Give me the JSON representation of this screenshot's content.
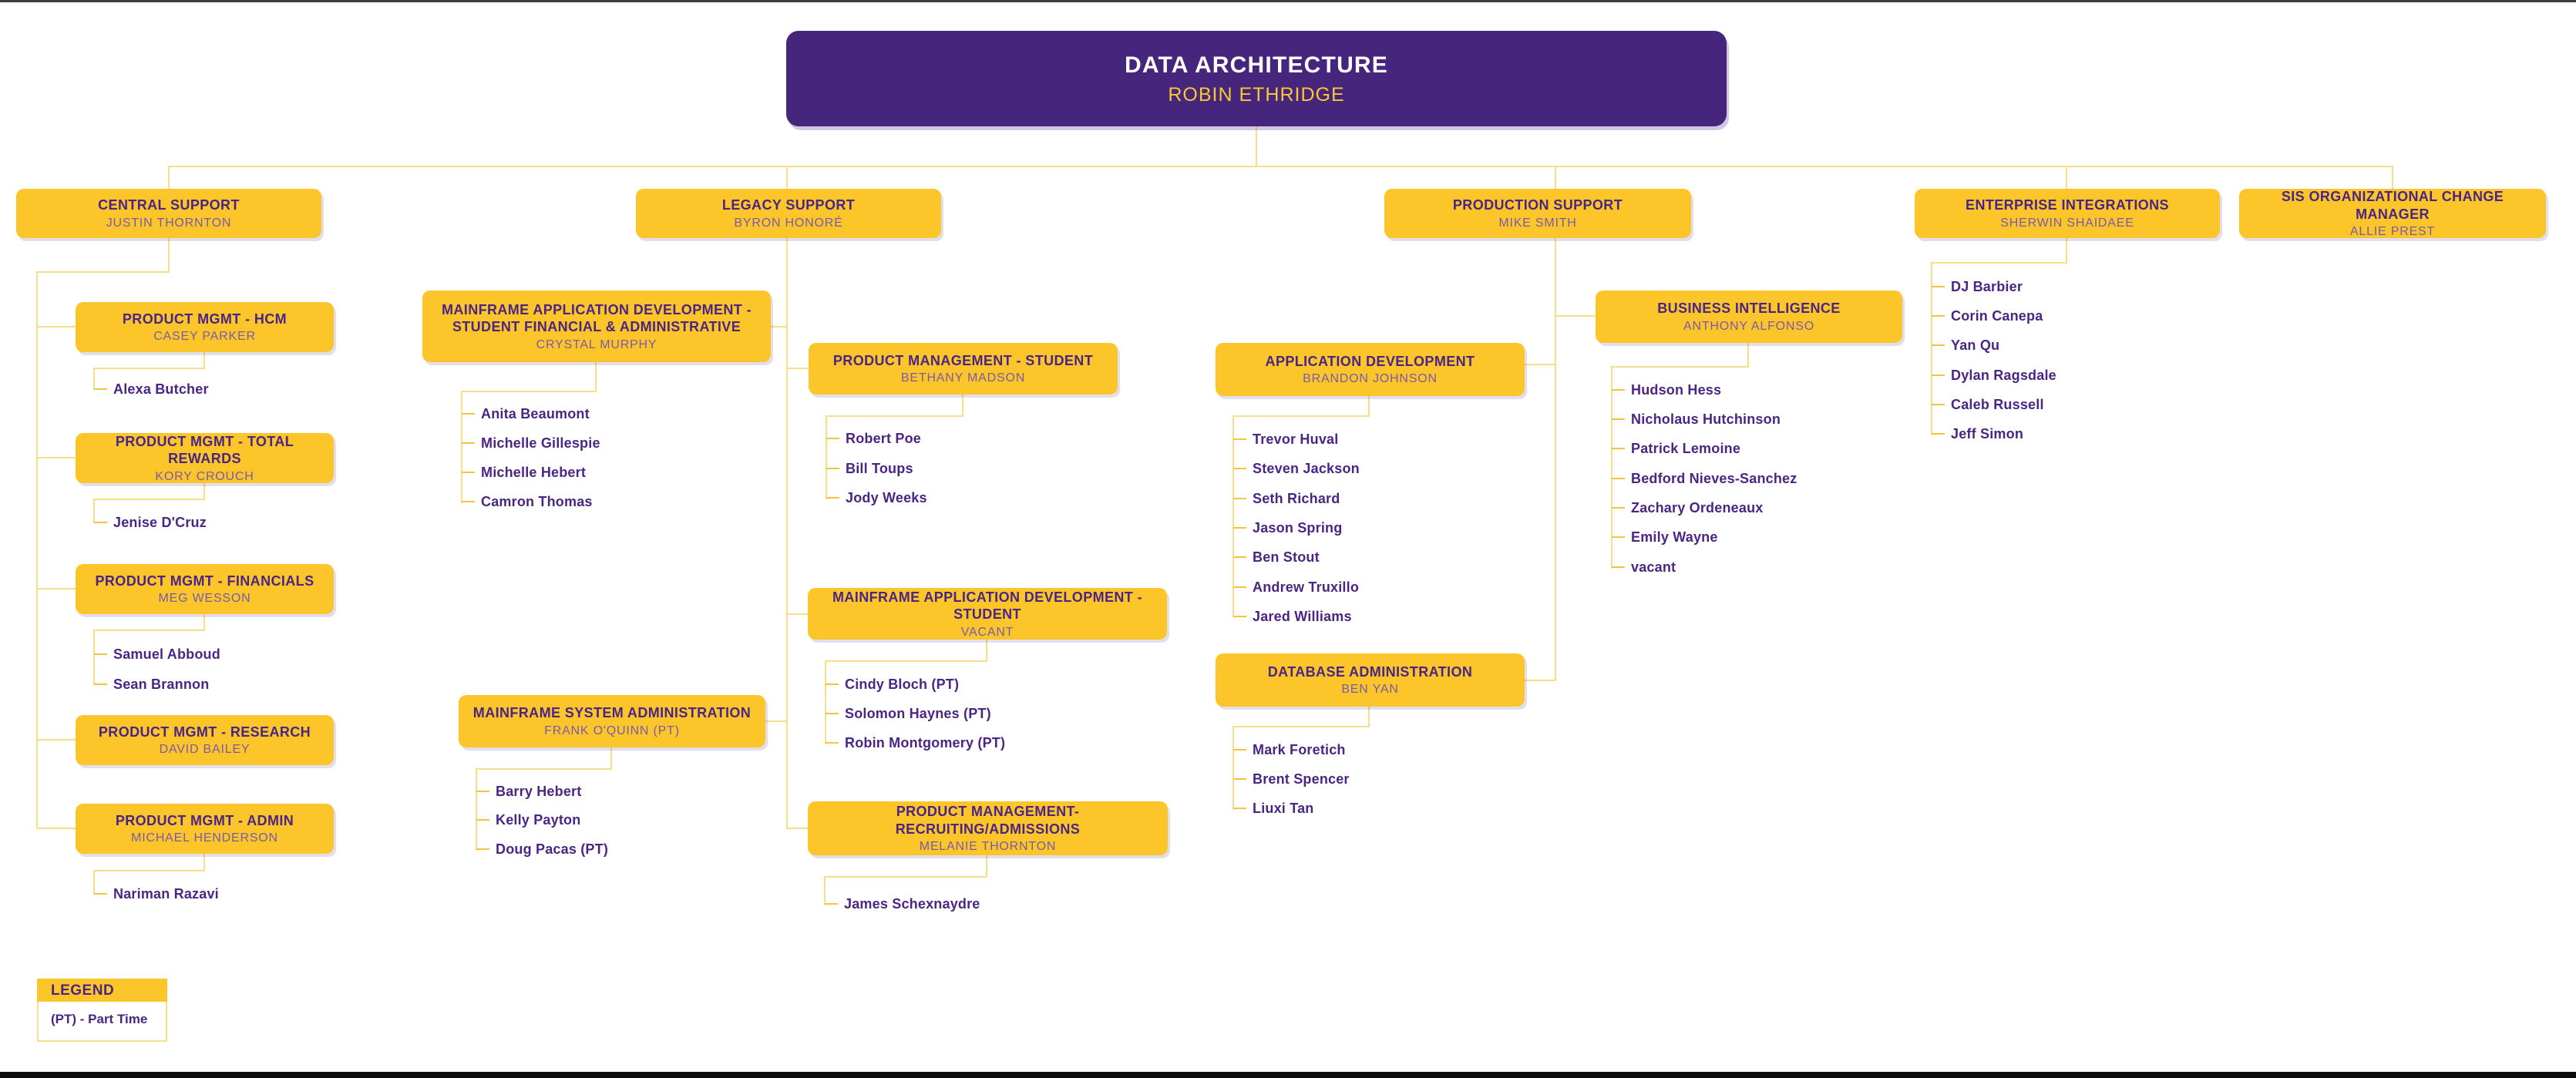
{
  "root": {
    "title": "DATA ARCHITECTURE",
    "name": "ROBIN ETHRIDGE"
  },
  "branches": [
    {
      "title": "CENTRAL SUPPORT",
      "name": "JUSTIN THORNTON",
      "teams": [
        {
          "title": "PRODUCT MGMT - HCM",
          "name": "CASEY PARKER",
          "members": [
            "Alexa Butcher"
          ]
        },
        {
          "title": "PRODUCT MGMT - TOTAL REWARDS",
          "name": "KORY CROUCH",
          "members": [
            "Jenise D'Cruz"
          ]
        },
        {
          "title": "PRODUCT MGMT - FINANCIALS",
          "name": "MEG WESSON",
          "members": [
            "Samuel Abboud",
            "Sean Brannon"
          ]
        },
        {
          "title": "PRODUCT MGMT - RESEARCH",
          "name": "DAVID BAILEY",
          "members": []
        },
        {
          "title": "PRODUCT MGMT - ADMIN",
          "name": "MICHAEL HENDERSON",
          "members": [
            "Nariman Razavi"
          ]
        }
      ]
    },
    {
      "title": "LEGACY SUPPORT",
      "name": "BYRON HONORÉ",
      "teams": [
        {
          "title": "MAINFRAME APPLICATION DEVELOPMENT - STUDENT FINANCIAL & ADMINISTRATIVE",
          "name": "CRYSTAL MURPHY",
          "members": [
            "Anita Beaumont",
            "Michelle Gillespie",
            "Michelle Hebert",
            "Camron Thomas"
          ]
        },
        {
          "title": "PRODUCT MANAGEMENT - STUDENT",
          "name": "BETHANY MADSON",
          "members": [
            "Robert Poe",
            "Bill Toups",
            "Jody Weeks"
          ]
        },
        {
          "title": "MAINFRAME APPLICATION DEVELOPMENT - STUDENT",
          "name": "VACANT",
          "members": [
            "Cindy Bloch (PT)",
            "Solomon Haynes (PT)",
            "Robin Montgomery (PT)"
          ]
        },
        {
          "title": "MAINFRAME SYSTEM ADMINISTRATION",
          "name": "FRANK O'QUINN (PT)",
          "members": [
            "Barry Hebert",
            "Kelly Payton",
            "Doug Pacas (PT)"
          ]
        },
        {
          "title": "PRODUCT MANAGEMENT- RECRUITING/ADMISSIONS",
          "name": "MELANIE THORNTON",
          "members": [
            "James Schexnaydre"
          ]
        }
      ]
    },
    {
      "title": "PRODUCTION SUPPORT",
      "name": "MIKE SMITH",
      "teams": [
        {
          "title": "APPLICATION DEVELOPMENT",
          "name": "BRANDON JOHNSON",
          "members": [
            "Trevor Huval",
            "Steven Jackson",
            "Seth Richard",
            "Jason Spring",
            "Ben Stout",
            "Andrew Truxillo",
            "Jared Williams"
          ]
        },
        {
          "title": "DATABASE ADMINISTRATION",
          "name": "BEN YAN",
          "members": [
            "Mark Foretich",
            "Brent Spencer",
            "Liuxi Tan"
          ]
        },
        {
          "title": "BUSINESS INTELLIGENCE",
          "name": "ANTHONY ALFONSO",
          "members": [
            "Hudson Hess",
            "Nicholaus Hutchinson",
            "Patrick Lemoine",
            "Bedford Nieves-Sanchez",
            "Zachary Ordeneaux",
            "Emily Wayne",
            "vacant"
          ]
        }
      ]
    },
    {
      "title": "ENTERPRISE INTEGRATIONS",
      "name": "SHERWIN SHAIDAEE",
      "members": [
        "DJ Barbier",
        "Corin Canepa",
        "Yan Qu",
        "Dylan Ragsdale",
        "Caleb Russell",
        "Jeff Simon"
      ]
    },
    {
      "title": "SIS ORGANIZATIONAL CHANGE MANAGER",
      "name": "ALLIE PREST"
    }
  ],
  "legend": {
    "header": "LEGEND",
    "entry": "(PT) - Part Time"
  },
  "colors": {
    "purple": "#46257C",
    "gold": "#FCC62B",
    "gold-text": "#F9C832",
    "title": "#4A2583",
    "subname": "#7B59A9",
    "line": "#F7DE8B",
    "tick": "#EFC73E"
  }
}
